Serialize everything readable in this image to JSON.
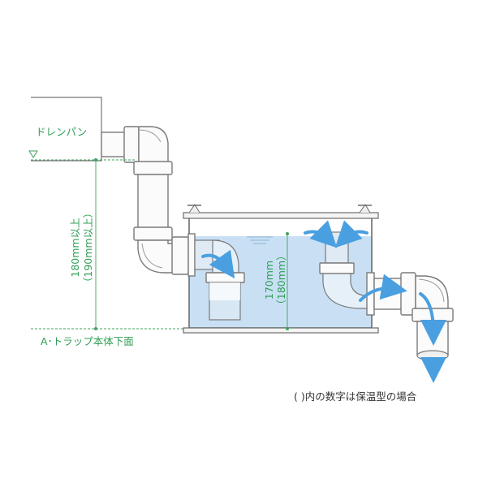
{
  "labels": {
    "drain_pan": "ドレンパン",
    "min_height": "180mm以上",
    "min_height_insulated": "（190mm以上）",
    "water_depth": "170mm",
    "water_depth_insulated": "（180mm）",
    "trap_bottom": "A･トラップ本体下面",
    "note": "( )内の数字は保温型の場合"
  },
  "colors": {
    "dimension": "#3fa35f",
    "water": "#c9e0f4",
    "flow_arrow": "#4a9fe0",
    "pipe_outline": "#7a7a7a"
  }
}
